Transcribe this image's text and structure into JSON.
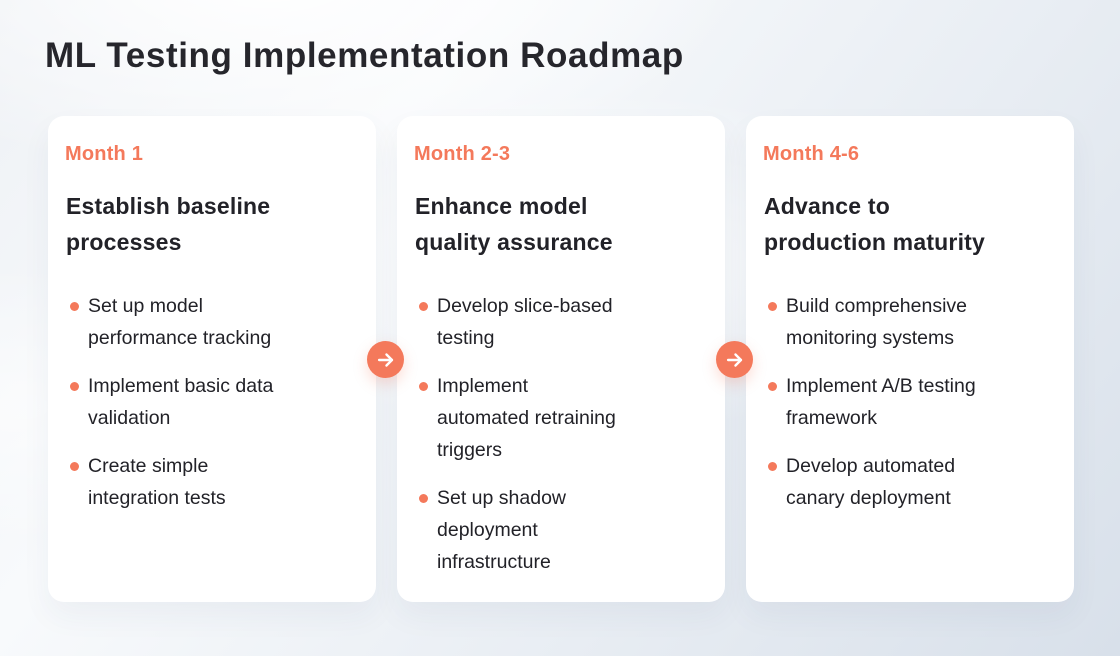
{
  "page": {
    "title": "ML Testing Implementation Roadmap"
  },
  "colors": {
    "accent_orange": "#f4795b",
    "heading_text": "#222228",
    "title_text": "#26262c",
    "card_background": "#ffffff",
    "page_background_light": "#f8fafc",
    "page_background_dark": "#d8e0ea"
  },
  "icons": {
    "arrow_right": "→",
    "bullet_dot": "•"
  },
  "columns": [
    {
      "month": "Month 1",
      "heading": "Establish baseline processes",
      "items": [
        "Set up model performance tracking",
        "Implement basic data validation",
        "Create simple integration tests"
      ]
    },
    {
      "month": "Month 2-3",
      "heading": "Enhance model quality assurance",
      "items": [
        "Develop slice-based testing",
        "Implement automated retraining triggers",
        "Set up shadow deployment infrastructure"
      ]
    },
    {
      "month": "Month 4-6",
      "heading": "Advance to production maturity",
      "items": [
        "Build comprehensive monitoring systems",
        "Implement A/B testing framework",
        "Develop automated canary deployment"
      ]
    }
  ]
}
